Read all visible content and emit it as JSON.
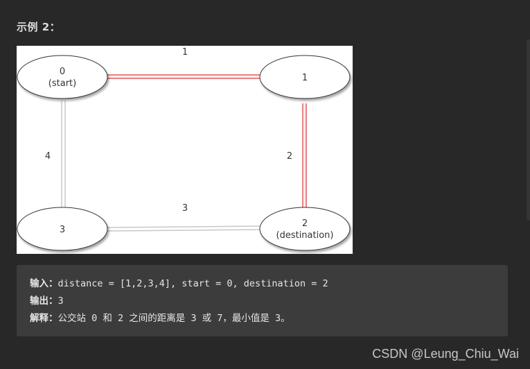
{
  "heading": "示例 2：",
  "diagram": {
    "nodes": [
      {
        "id": 0,
        "label": "0",
        "sublabel": "(start)"
      },
      {
        "id": 1,
        "label": "1",
        "sublabel": ""
      },
      {
        "id": 2,
        "label": "2",
        "sublabel": "(destination)"
      },
      {
        "id": 3,
        "label": "3",
        "sublabel": ""
      }
    ],
    "edges": [
      {
        "from": 0,
        "to": 1,
        "weight": "1",
        "highlighted": true
      },
      {
        "from": 1,
        "to": 2,
        "weight": "2",
        "highlighted": true
      },
      {
        "from": 2,
        "to": 3,
        "weight": "3",
        "highlighted": false
      },
      {
        "from": 3,
        "to": 0,
        "weight": "4",
        "highlighted": false
      }
    ],
    "colors": {
      "highlight": "#e05a5a",
      "normal": "#c8c8c8",
      "node_stroke": "#333333"
    }
  },
  "example": {
    "input_label": "输入：",
    "input_value": "distance = [1,2,3,4], start = 0, destination = 2",
    "output_label": "输出：",
    "output_value": "3",
    "explanation_label": "解释：",
    "explanation_value": "公交站 0 和 2 之间的距离是 3 或 7，最小值是 3。"
  },
  "watermark": "CSDN @Leung_Chiu_Wai"
}
